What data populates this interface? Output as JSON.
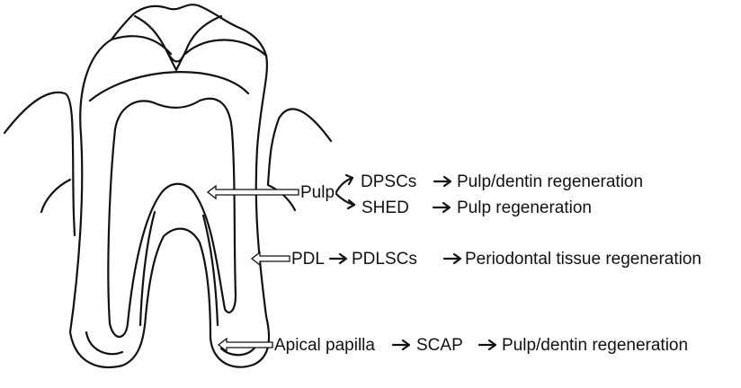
{
  "pulp": {
    "source": "Pulp",
    "branches": [
      {
        "cell": "DPSCs",
        "outcome": "Pulp/dentin regeneration"
      },
      {
        "cell": "SHED",
        "outcome": "Pulp regeneration"
      }
    ]
  },
  "pdl": {
    "source": "PDL",
    "cell": "PDLSCs",
    "outcome": "Periodontal tissue regeneration"
  },
  "apical": {
    "source": "Apical papilla",
    "cell": "SCAP",
    "outcome": "Pulp/dentin regeneration"
  },
  "colors": {
    "ink": "#111111",
    "background": "#ffffff"
  }
}
